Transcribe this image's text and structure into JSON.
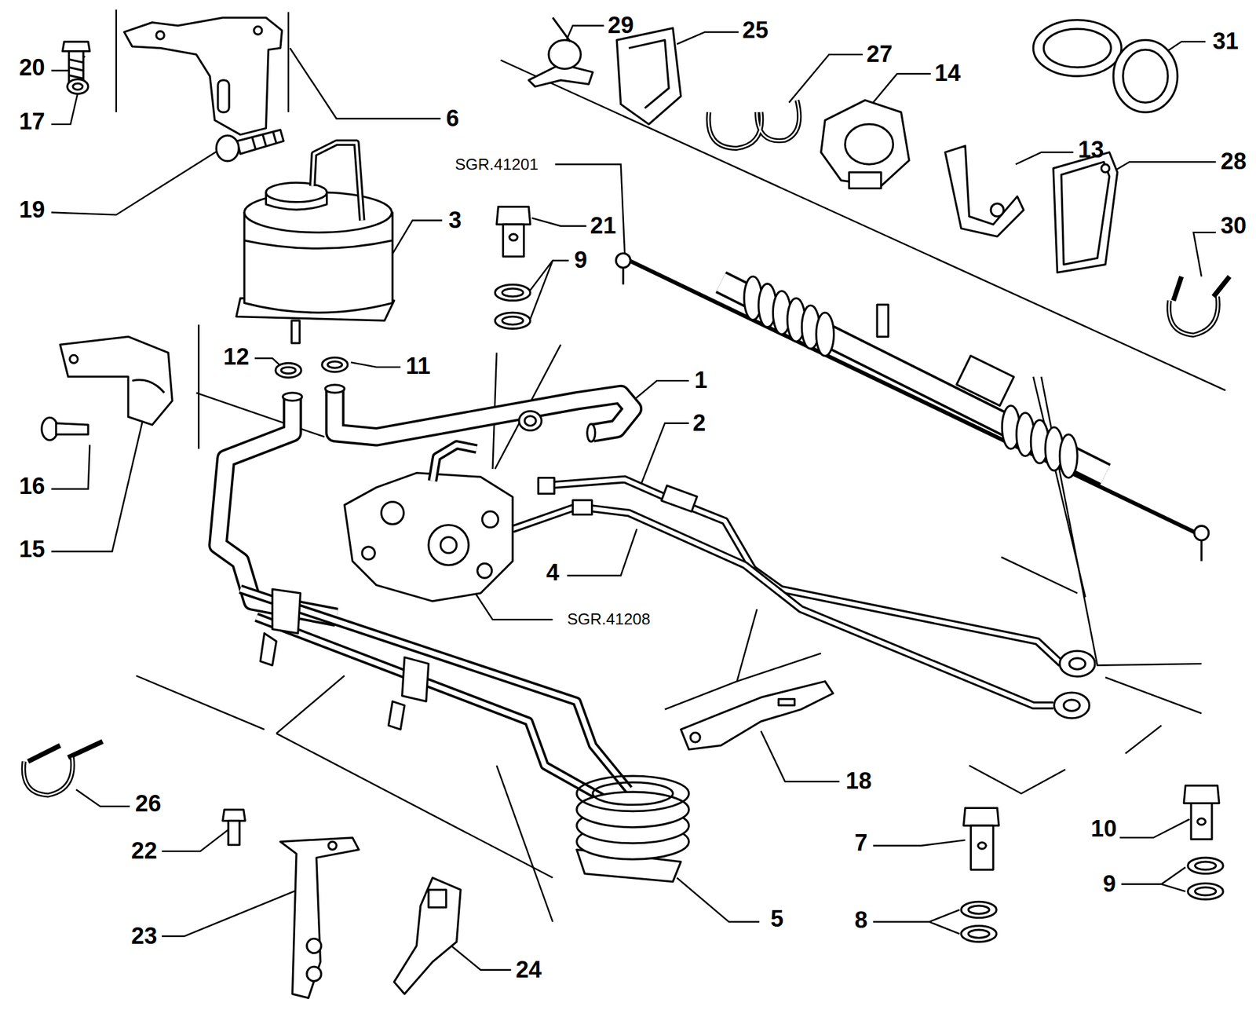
{
  "diagram": {
    "labels": [
      "20",
      "29",
      "25",
      "27",
      "14",
      "31",
      "17",
      "6",
      "13",
      "28",
      "SGR.41201",
      "19",
      "3",
      "21",
      "30",
      "9",
      "12",
      "11",
      "1",
      "2",
      "16",
      "15",
      "4",
      "SGR.41208",
      "18",
      "26",
      "10",
      "22",
      "7",
      "9",
      "5",
      "23",
      "8",
      "24"
    ]
  }
}
